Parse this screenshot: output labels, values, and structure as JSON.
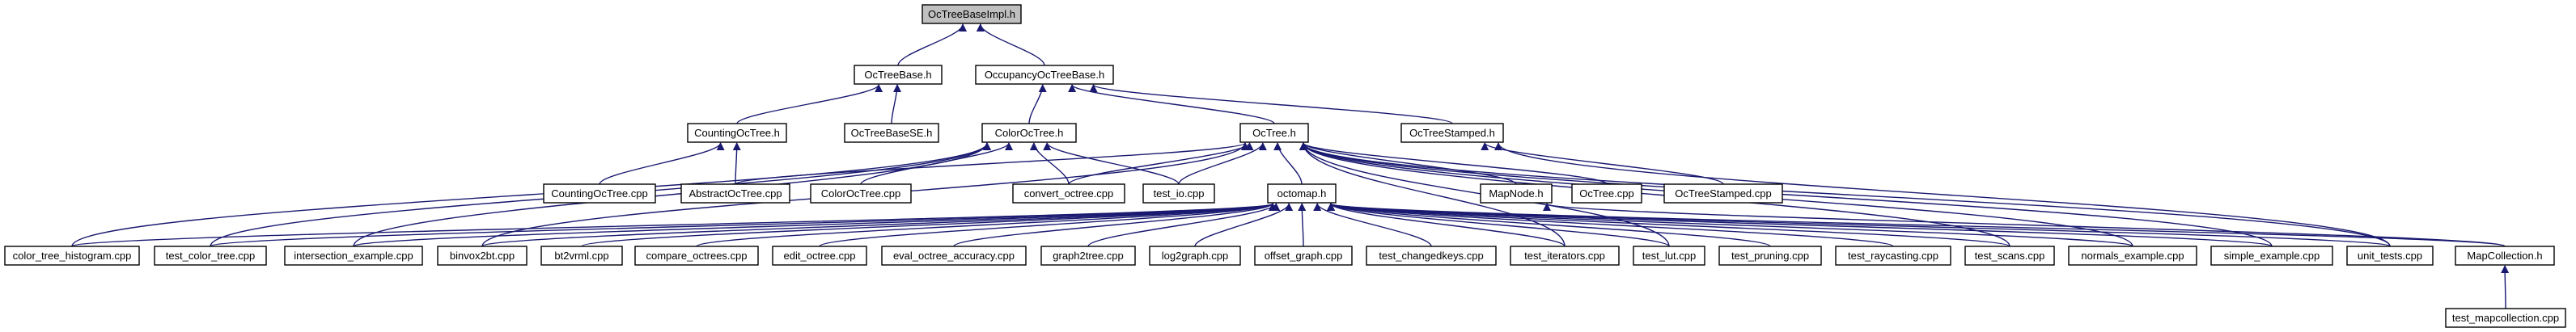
{
  "title": "OcTreeBaseImpl.h",
  "colors": {
    "edge": "#191970",
    "root_fill": "#bfbfbf",
    "node_fill": "#ffffff",
    "node_stroke": "#000000"
  },
  "nodes": {
    "octreebaseimpl": "OcTreeBaseImpl.h",
    "octreebase": "OcTreeBase.h",
    "occupancyoctreebase": "OccupancyOcTreeBase.h",
    "countingoctree": "CountingOcTree.h",
    "octreebasese": "OcTreeBaseSE.h",
    "coloroctree": "ColorOcTree.h",
    "octree": "OcTree.h",
    "octreestamped": "OcTreeStamped.h",
    "countingoctree_cpp": "CountingOcTree.cpp",
    "abstractoctree_cpp": "AbstractOcTree.cpp",
    "coloroctree_cpp": "ColorOcTree.cpp",
    "convert_octree_cpp": "convert_octree.cpp",
    "test_io_cpp": "test_io.cpp",
    "octomap_h": "octomap.h",
    "mapnode_h": "MapNode.h",
    "octree_cpp": "OcTree.cpp",
    "octreestamped_cpp": "OcTreeStamped.cpp",
    "color_tree_histogram_cpp": "color_tree_histogram.cpp",
    "test_color_tree_cpp": "test_color_tree.cpp",
    "intersection_example_cpp": "intersection_example.cpp",
    "binvox2bt_cpp": "binvox2bt.cpp",
    "bt2vrml_cpp": "bt2vrml.cpp",
    "compare_octrees_cpp": "compare_octrees.cpp",
    "edit_octree_cpp": "edit_octree.cpp",
    "eval_octree_accuracy_cpp": "eval_octree_accuracy.cpp",
    "graph2tree_cpp": "graph2tree.cpp",
    "log2graph_cpp": "log2graph.cpp",
    "offset_graph_cpp": "offset_graph.cpp",
    "test_changedkeys_cpp": "test_changedkeys.cpp",
    "test_iterators_cpp": "test_iterators.cpp",
    "test_lut_cpp": "test_lut.cpp",
    "test_pruning_cpp": "test_pruning.cpp",
    "test_raycasting_cpp": "test_raycasting.cpp",
    "test_scans_cpp": "test_scans.cpp",
    "normals_example_cpp": "normals_example.cpp",
    "simple_example_cpp": "simple_example.cpp",
    "unit_tests_cpp": "unit_tests.cpp",
    "mapcollection_h": "MapCollection.h",
    "test_mapcollection_cpp": "test_mapcollection.cpp"
  },
  "edges": [
    [
      "octreebase",
      "octreebaseimpl"
    ],
    [
      "occupancyoctreebase",
      "octreebaseimpl"
    ],
    [
      "countingoctree",
      "octreebase"
    ],
    [
      "octreebasese",
      "octreebase"
    ],
    [
      "coloroctree",
      "occupancyoctreebase"
    ],
    [
      "octree",
      "occupancyoctreebase"
    ],
    [
      "octreestamped",
      "occupancyoctreebase"
    ],
    [
      "countingoctree_cpp",
      "countingoctree"
    ],
    [
      "abstractoctree_cpp",
      "countingoctree"
    ],
    [
      "abstractoctree_cpp",
      "octree"
    ],
    [
      "coloroctree_cpp",
      "coloroctree"
    ],
    [
      "convert_octree_cpp",
      "coloroctree"
    ],
    [
      "convert_octree_cpp",
      "octree"
    ],
    [
      "test_io_cpp",
      "coloroctree"
    ],
    [
      "test_io_cpp",
      "octree"
    ],
    [
      "octomap_h",
      "octree"
    ],
    [
      "mapnode_h",
      "octree"
    ],
    [
      "octree_cpp",
      "octree"
    ],
    [
      "octreestamped_cpp",
      "octreestamped"
    ],
    [
      "color_tree_histogram_cpp",
      "coloroctree"
    ],
    [
      "test_color_tree_cpp",
      "coloroctree"
    ],
    [
      "intersection_example_cpp",
      "coloroctree"
    ],
    [
      "binvox2bt_cpp",
      "octree"
    ],
    [
      "unit_tests_cpp",
      "octreestamped"
    ],
    [
      "test_scans_cpp",
      "octree"
    ],
    [
      "normals_example_cpp",
      "octree"
    ],
    [
      "simple_example_cpp",
      "octree"
    ],
    [
      "unit_tests_cpp",
      "octree"
    ],
    [
      "test_lut_cpp",
      "octree"
    ],
    [
      "test_iterators_cpp",
      "octree"
    ],
    [
      "color_tree_histogram_cpp",
      "octomap_h"
    ],
    [
      "test_color_tree_cpp",
      "octomap_h"
    ],
    [
      "intersection_example_cpp",
      "octomap_h"
    ],
    [
      "binvox2bt_cpp",
      "octomap_h"
    ],
    [
      "bt2vrml_cpp",
      "octomap_h"
    ],
    [
      "compare_octrees_cpp",
      "octomap_h"
    ],
    [
      "edit_octree_cpp",
      "octomap_h"
    ],
    [
      "eval_octree_accuracy_cpp",
      "octomap_h"
    ],
    [
      "graph2tree_cpp",
      "octomap_h"
    ],
    [
      "log2graph_cpp",
      "octomap_h"
    ],
    [
      "offset_graph_cpp",
      "octomap_h"
    ],
    [
      "test_changedkeys_cpp",
      "octomap_h"
    ],
    [
      "test_iterators_cpp",
      "octomap_h"
    ],
    [
      "test_lut_cpp",
      "octomap_h"
    ],
    [
      "test_pruning_cpp",
      "octomap_h"
    ],
    [
      "test_raycasting_cpp",
      "octomap_h"
    ],
    [
      "test_scans_cpp",
      "octomap_h"
    ],
    [
      "normals_example_cpp",
      "octomap_h"
    ],
    [
      "simple_example_cpp",
      "octomap_h"
    ],
    [
      "unit_tests_cpp",
      "octomap_h"
    ],
    [
      "mapcollection_h",
      "octomap_h"
    ],
    [
      "mapcollection_h",
      "mapnode_h"
    ],
    [
      "test_mapcollection_cpp",
      "mapcollection_h"
    ]
  ]
}
